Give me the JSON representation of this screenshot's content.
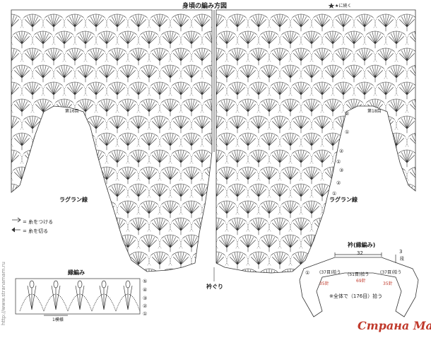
{
  "title": "身頃の編み方図",
  "note_top": "★に続く",
  "raglan_left": "ラグラン線",
  "raglan_right": "ラグラン線",
  "row_left": "第16目",
  "row_right": "第18目",
  "neckline": "衿ぐり",
  "legend": {
    "attach": "= 糸をつける",
    "cut": "= 糸を切る"
  },
  "edging_title": "縁編み",
  "edging_repeat": "1模様",
  "collar_title": "衿(縁編み)",
  "collar_width": "32",
  "collar_height": "3",
  "collar_height_unit": "段",
  "collar_left_count": "(37目)拾う",
  "collar_left_red": "35針",
  "collar_center_count": "(51目)拾う",
  "collar_center_red": "69針",
  "collar_right_count": "(37目)拾う",
  "collar_right_red": "35針",
  "collar_total": "※全体で（176目）拾う",
  "row_numbers_right": [
    "②",
    "①",
    "②",
    "①",
    "③",
    "②",
    "①"
  ],
  "row_numbers_bottom": [
    "①"
  ],
  "edging_rows": [
    "⑤",
    "④",
    "③",
    "②",
    "①"
  ],
  "watermark": "Страна Мам",
  "side_text": "http://www.stranamam.ru"
}
